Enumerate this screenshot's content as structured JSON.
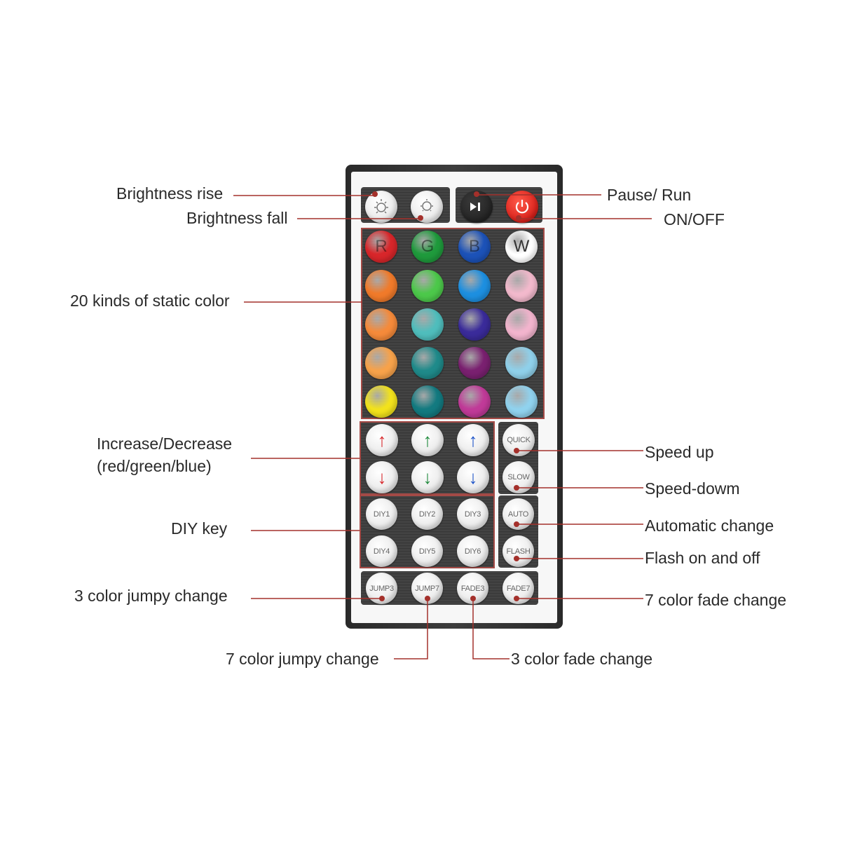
{
  "labels": {
    "brightness_rise": "Brightness rise",
    "brightness_fall": "Brightness fall",
    "pause_run": "Pause/ Run",
    "on_off": "ON/OFF",
    "static_color": "20 kinds of static color",
    "increase_decrease": "Increase/Decrease",
    "rgb": "(red/green/blue)",
    "speed_up": "Speed up",
    "speed_down": "Speed-dowm",
    "diy_key": "DIY key",
    "automatic_change": "Automatic change",
    "flash": "Flash on and off",
    "jumpy3": "3 color jumpy change",
    "fade7": "7 color fade change",
    "jumpy7": "7 color jumpy change",
    "fade3": "3 color fade change"
  },
  "remote": {
    "color_rows": [
      [
        {
          "t": "R",
          "c": "#d8262a"
        },
        {
          "t": "G",
          "c": "#1f9a3c"
        },
        {
          "t": "B",
          "c": "#1c52b8"
        },
        {
          "t": "W",
          "c": "#ffffff"
        }
      ],
      [
        {
          "t": "",
          "c": "#f07a2a"
        },
        {
          "t": "",
          "c": "#4cc84a"
        },
        {
          "t": "",
          "c": "#1d8fe0"
        },
        {
          "t": "",
          "c": "#f2b9cc"
        }
      ],
      [
        {
          "t": "",
          "c": "#f58a3a"
        },
        {
          "t": "",
          "c": "#4fbdbc"
        },
        {
          "t": "",
          "c": "#3a2b9a"
        },
        {
          "t": "",
          "c": "#f2b4cd"
        }
      ],
      [
        {
          "t": "",
          "c": "#f7a24a"
        },
        {
          "t": "",
          "c": "#1f8a8a"
        },
        {
          "t": "",
          "c": "#7a2070"
        },
        {
          "t": "",
          "c": "#8fd0ea"
        }
      ],
      [
        {
          "t": "",
          "c": "#f2e21c"
        },
        {
          "t": "",
          "c": "#137a80"
        },
        {
          "t": "",
          "c": "#c03a98"
        },
        {
          "t": "",
          "c": "#90d2ee"
        }
      ]
    ],
    "arrows_up": [
      {
        "g": "↑",
        "c": "#d8262a"
      },
      {
        "g": "↑",
        "c": "#1f8a3c"
      },
      {
        "g": "↑",
        "c": "#1c52c8"
      }
    ],
    "arrows_down": [
      {
        "g": "↓",
        "c": "#d8262a"
      },
      {
        "g": "↓",
        "c": "#1f8a3c"
      },
      {
        "g": "↓",
        "c": "#1c52c8"
      }
    ],
    "quick": "QUICK",
    "slow": "SLOW",
    "diy_top": [
      "DIY1",
      "DIY2",
      "DIY3"
    ],
    "diy_bottom": [
      "DIY4",
      "DIY5",
      "DIY6"
    ],
    "auto": "AUTO",
    "flash": "FLASH",
    "bottom_row": [
      "JUMP3",
      "JUMP7",
      "FADE3",
      "FADE7"
    ],
    "leader_color": "#a4302b",
    "outline_color": "#a44a46",
    "icons": [
      "sun-up-icon",
      "sun-down-icon",
      "play-pause-icon",
      "power-icon"
    ]
  }
}
